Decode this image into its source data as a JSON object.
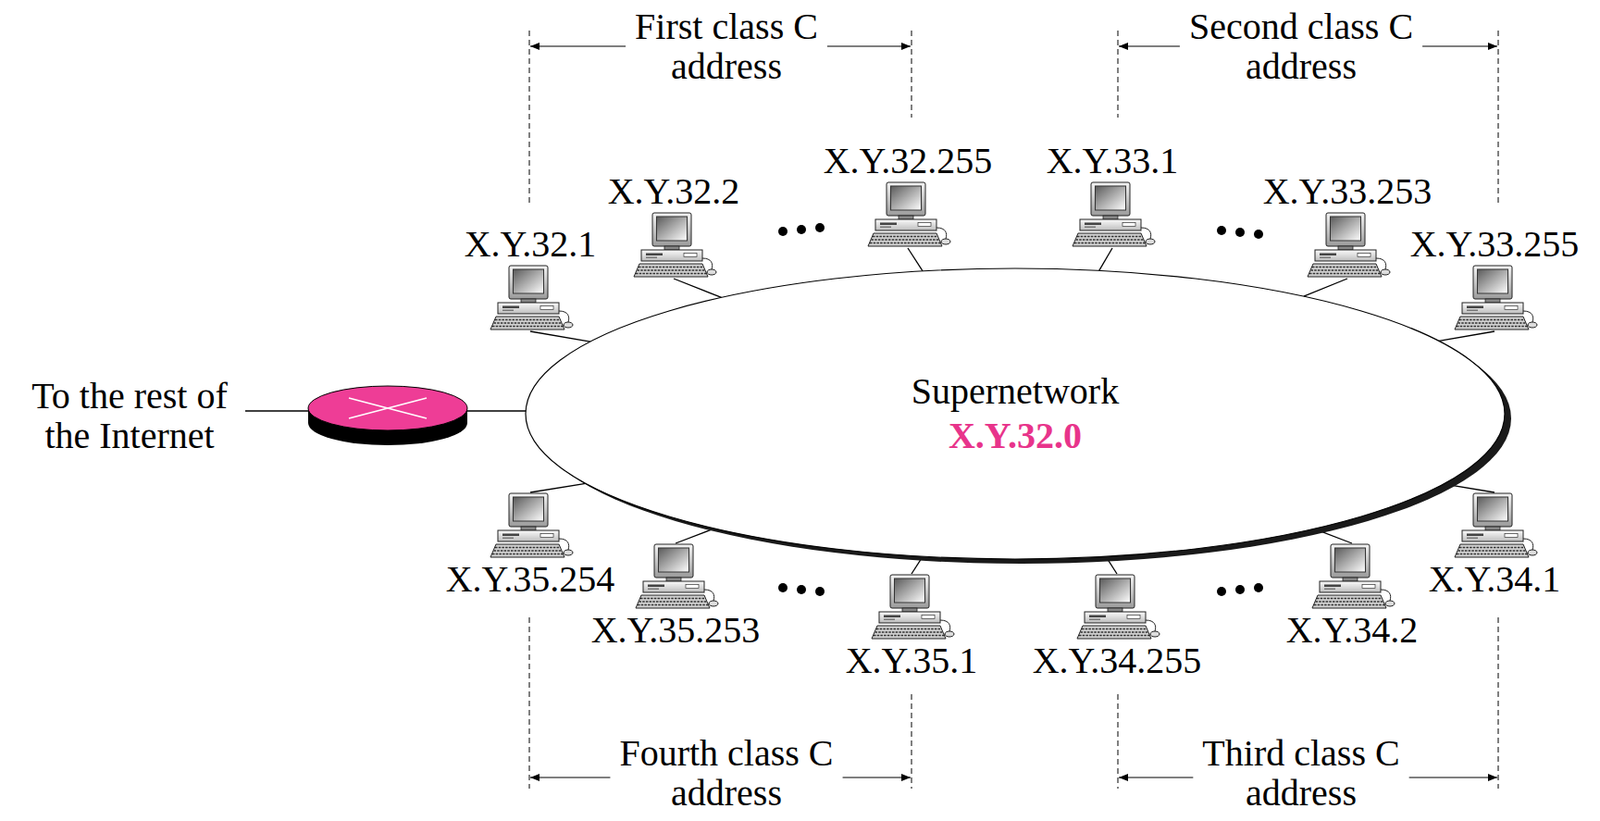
{
  "diagram": {
    "nodes": [
      {
        "text": [
          "Supernetwork",
          "X.Y.32.0"
        ]
      },
      {
        "text": [
          "X.Y.32.1"
        ]
      },
      {
        "text": [
          "X.Y.32.2"
        ]
      },
      {
        "text": [
          "X.Y.32.255"
        ]
      },
      {
        "text": [
          "X.Y.33.1"
        ]
      },
      {
        "text": [
          "X.Y.33.253"
        ]
      },
      {
        "text": [
          "X.Y.33.255"
        ]
      },
      {
        "text": [
          "X.Y.35.254"
        ]
      },
      {
        "text": [
          "X.Y.35.253"
        ]
      },
      {
        "text": [
          "X.Y.35.1"
        ]
      },
      {
        "text": [
          "X.Y.34.255"
        ]
      },
      {
        "text": [
          "X.Y.34.2"
        ]
      },
      {
        "text": [
          "X.Y.34.1"
        ]
      }
    ],
    "edges": [
      {
        "from": 1,
        "to": 0,
        "arrow": "none"
      },
      {
        "from": 2,
        "to": 0,
        "arrow": "none"
      },
      {
        "from": 3,
        "to": 0,
        "arrow": "none"
      },
      {
        "from": 4,
        "to": 0,
        "arrow": "none"
      },
      {
        "from": 5,
        "to": 0,
        "arrow": "none"
      },
      {
        "from": 6,
        "to": 0,
        "arrow": "none"
      },
      {
        "from": 7,
        "to": 0,
        "arrow": "none"
      },
      {
        "from": 8,
        "to": 0,
        "arrow": "none"
      },
      {
        "from": 9,
        "to": 0,
        "arrow": "none"
      },
      {
        "from": 10,
        "to": 0,
        "arrow": "none"
      },
      {
        "from": 11,
        "to": 0,
        "arrow": "none"
      },
      {
        "from": 12,
        "to": 0,
        "arrow": "none"
      }
    ],
    "labels": [
      "First class C address",
      "Second class C address",
      "To the rest of the Internet",
      "Fourth class C address",
      "Third class C address"
    ]
  }
}
